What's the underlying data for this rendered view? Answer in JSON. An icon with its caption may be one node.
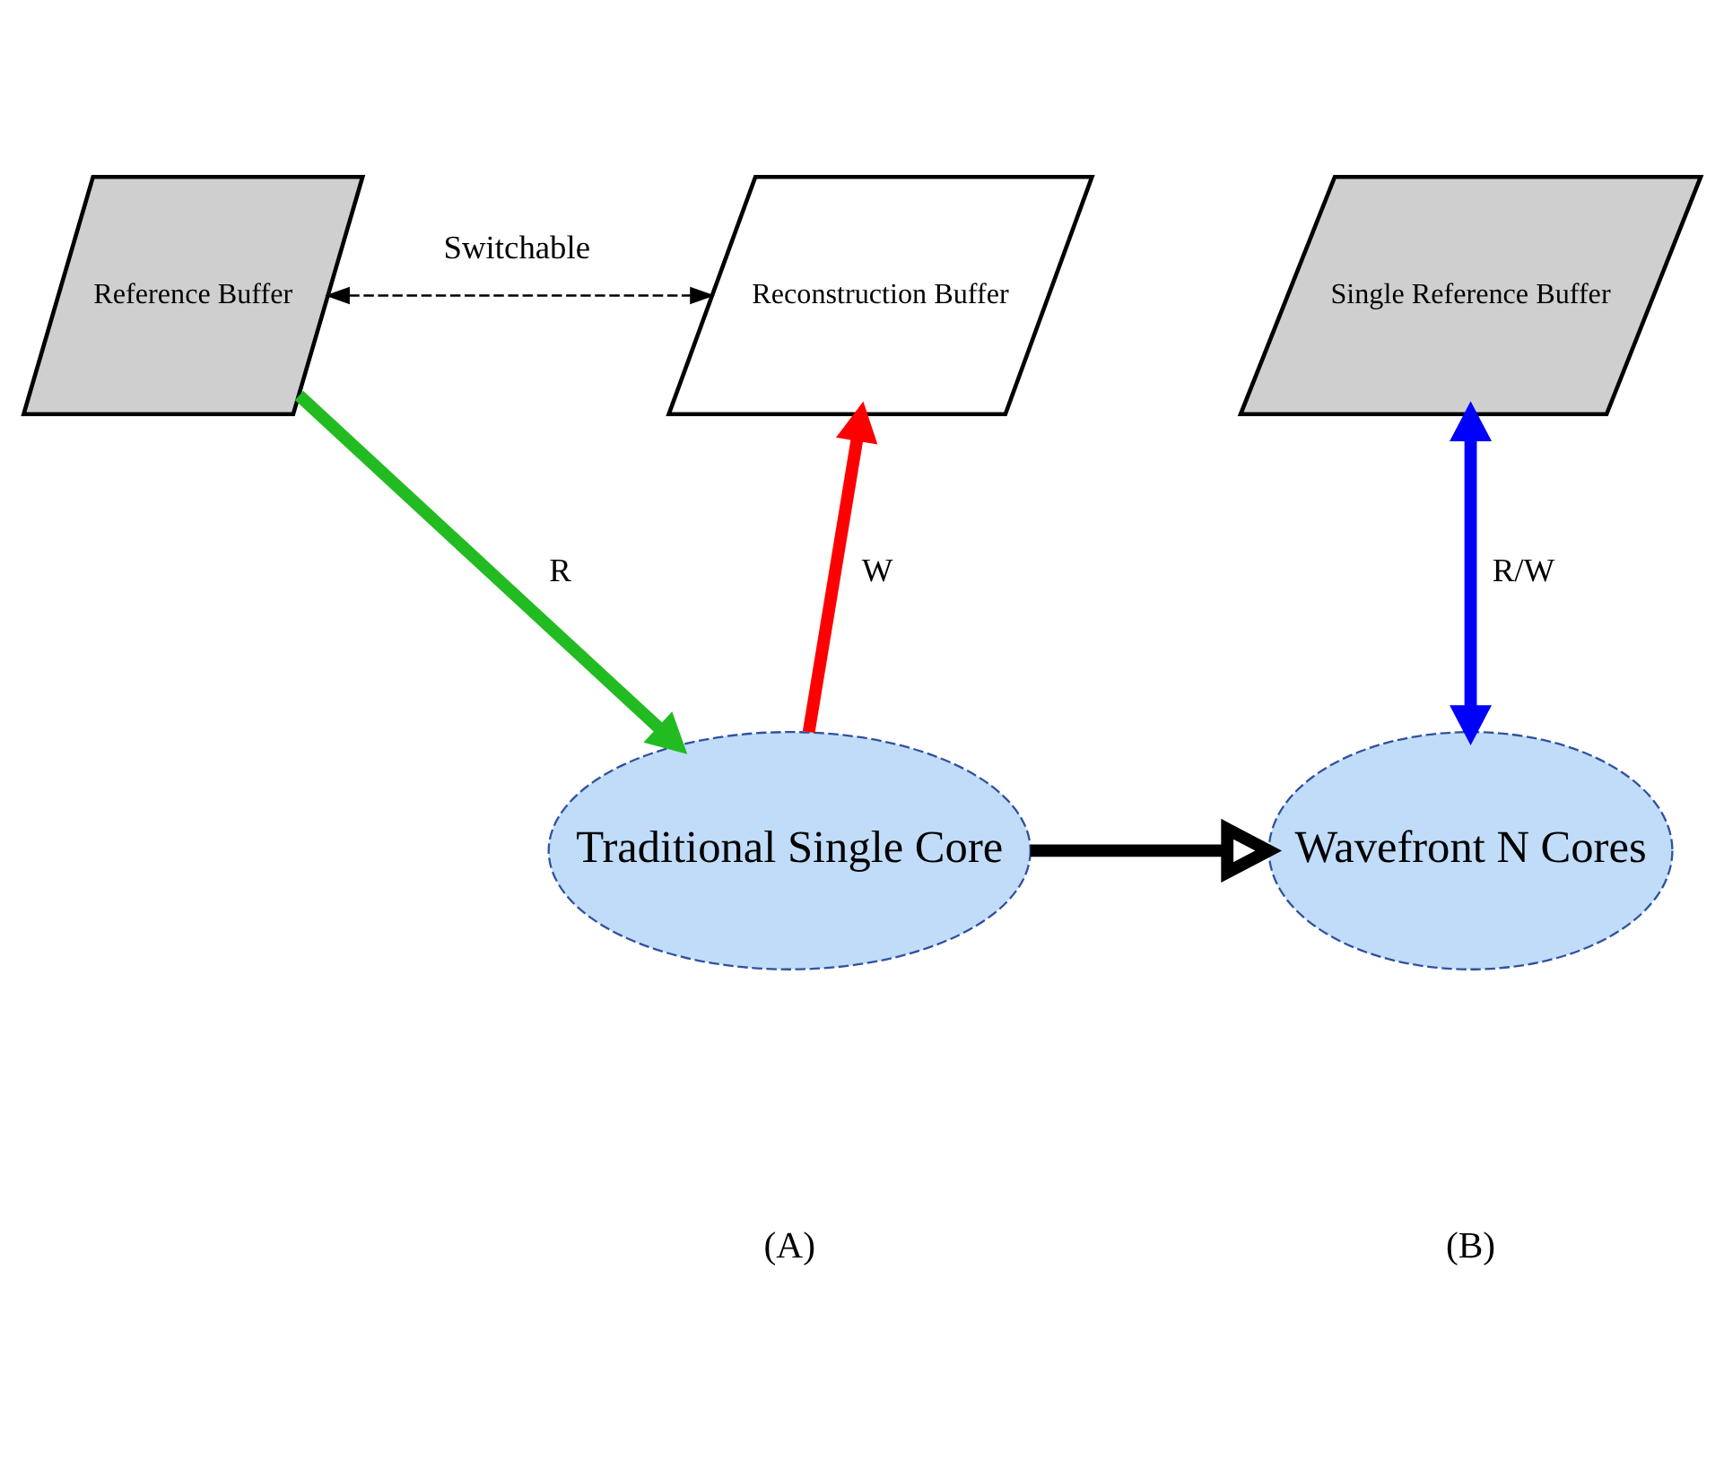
{
  "diagram": {
    "nodes": [
      {
        "text": [
          "Reference Buffer"
        ]
      },
      {
        "text": [
          "Reconstruction Buffer"
        ]
      },
      {
        "text": [
          "Traditional Single Core"
        ]
      },
      {
        "text": [
          "Single Reference Buffer"
        ]
      },
      {
        "text": [
          "Wavefront N Cores"
        ]
      }
    ],
    "edges": [
      {
        "from": 0,
        "to": 1,
        "arrow": "both",
        "label": "Switchable",
        "style": "dashed"
      },
      {
        "from": 0,
        "to": 2,
        "arrow": "to",
        "label": "R",
        "color": "#22bb22"
      },
      {
        "from": 2,
        "to": 1,
        "arrow": "to",
        "label": "W",
        "color": "#ff0000"
      },
      {
        "from": 2,
        "to": 4,
        "arrow": "to"
      },
      {
        "from": 3,
        "to": 4,
        "arrow": "both",
        "label": "R/W",
        "color": "#0000ff"
      }
    ],
    "labels": [
      "(A)",
      "(B)"
    ]
  }
}
